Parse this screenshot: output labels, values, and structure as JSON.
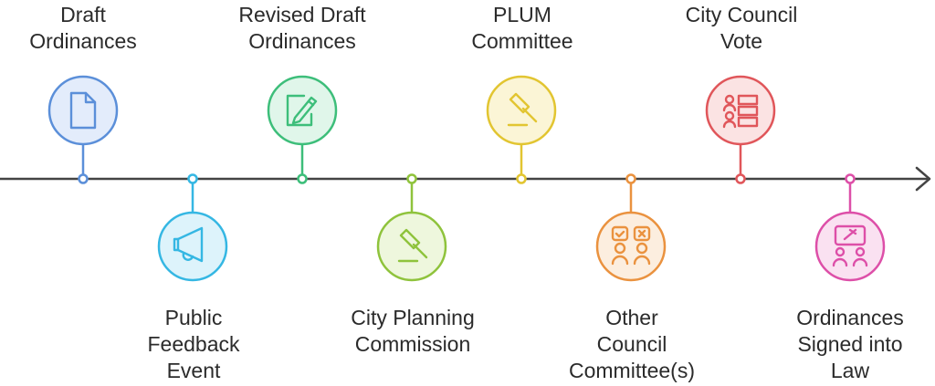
{
  "stages": [
    {
      "label": "Draft\nOrdinances",
      "icon": "document-icon",
      "color": "#5B8FD9",
      "fill": "#E3ECFB",
      "position": "above"
    },
    {
      "label": "Public\nFeedback\nEvent",
      "icon": "megaphone-icon",
      "color": "#35B7E3",
      "fill": "#DDF3FB",
      "position": "below"
    },
    {
      "label": "Revised Draft\nOrdinances",
      "icon": "pen-edit-icon",
      "color": "#3DBE7A",
      "fill": "#E0F6EA",
      "position": "above"
    },
    {
      "label": "City Planning\nCommission",
      "icon": "gavel-icon",
      "color": "#8FC33C",
      "fill": "#EEF7DD",
      "position": "below"
    },
    {
      "label": "PLUM\nCommittee",
      "icon": "gavel-icon",
      "color": "#E2C531",
      "fill": "#FBF5D6",
      "position": "above"
    },
    {
      "label": "Other\nCouncil\nCommittee(s)",
      "icon": "vote-people-icon",
      "color": "#EA923F",
      "fill": "#FCEEDF",
      "position": "below"
    },
    {
      "label": "City Council\nVote",
      "icon": "voting-bars-icon",
      "color": "#E0565A",
      "fill": "#FBE3E3",
      "position": "above"
    },
    {
      "label": "Ordinances\nSigned into\nLaw",
      "icon": "signing-people-icon",
      "color": "#DD4FA8",
      "fill": "#FAE1F1",
      "position": "below"
    }
  ],
  "line_color": "#444444"
}
